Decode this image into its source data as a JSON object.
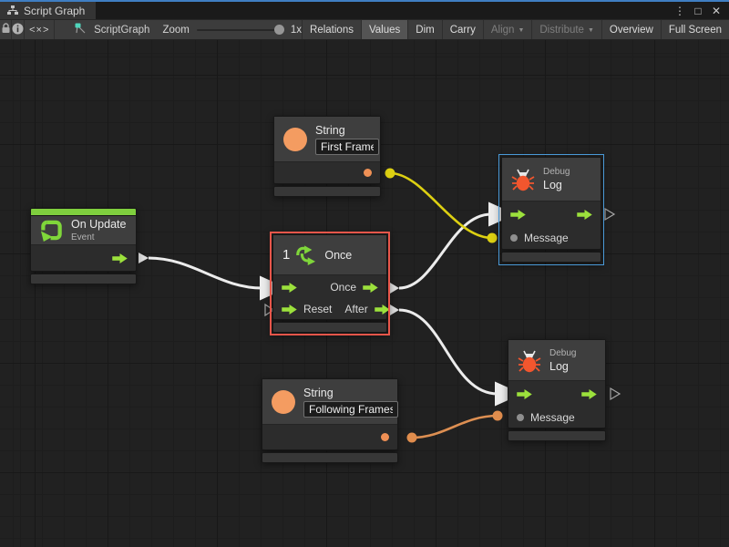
{
  "window": {
    "tab_title": "Script Graph",
    "controls": {
      "more": "⋮",
      "maximize": "□",
      "close": "✕"
    }
  },
  "toolbar": {
    "code_glyph": "<×>",
    "graph_name": "ScriptGraph",
    "zoom_label": "Zoom",
    "zoom_value": "1x",
    "buttons": [
      {
        "label": "Relations",
        "state": "normal"
      },
      {
        "label": "Values",
        "state": "active"
      },
      {
        "label": "Dim",
        "state": "normal"
      },
      {
        "label": "Carry",
        "state": "normal"
      },
      {
        "label": "Align",
        "state": "disabled",
        "dropdown": "▼"
      },
      {
        "label": "Distribute",
        "state": "disabled",
        "dropdown": "▼"
      },
      {
        "label": "Overview",
        "state": "normal"
      },
      {
        "label": "Full Screen",
        "state": "normal"
      }
    ]
  },
  "graph": {
    "nodes": {
      "string_first": {
        "title": "String",
        "value": "First Frame"
      },
      "debug_log_top": {
        "kind": "Debug",
        "title": "Log",
        "input_label": "Message"
      },
      "on_update": {
        "title": "On Update",
        "subtitle": "Event"
      },
      "once": {
        "badge": "1",
        "title": "Once",
        "out_once": "Once",
        "in_reset": "Reset",
        "out_after": "After"
      },
      "string_following": {
        "title": "String",
        "value": "Following Frames"
      },
      "debug_log_bottom": {
        "kind": "Debug",
        "title": "Log",
        "input_label": "Message"
      }
    },
    "colors": {
      "flow_wire": "#ececec",
      "string_wire_top": "#ddd012",
      "string_wire_bottom": "#dd8f52",
      "selection_border": "#e8564a",
      "focus_border": "#4a9ad8",
      "event_green": "#7fcf3e",
      "port_green": "#9ce13c",
      "string_orange": "#f49c61",
      "bug_red": "#f2562e",
      "canvas_bg": "#212121"
    }
  }
}
